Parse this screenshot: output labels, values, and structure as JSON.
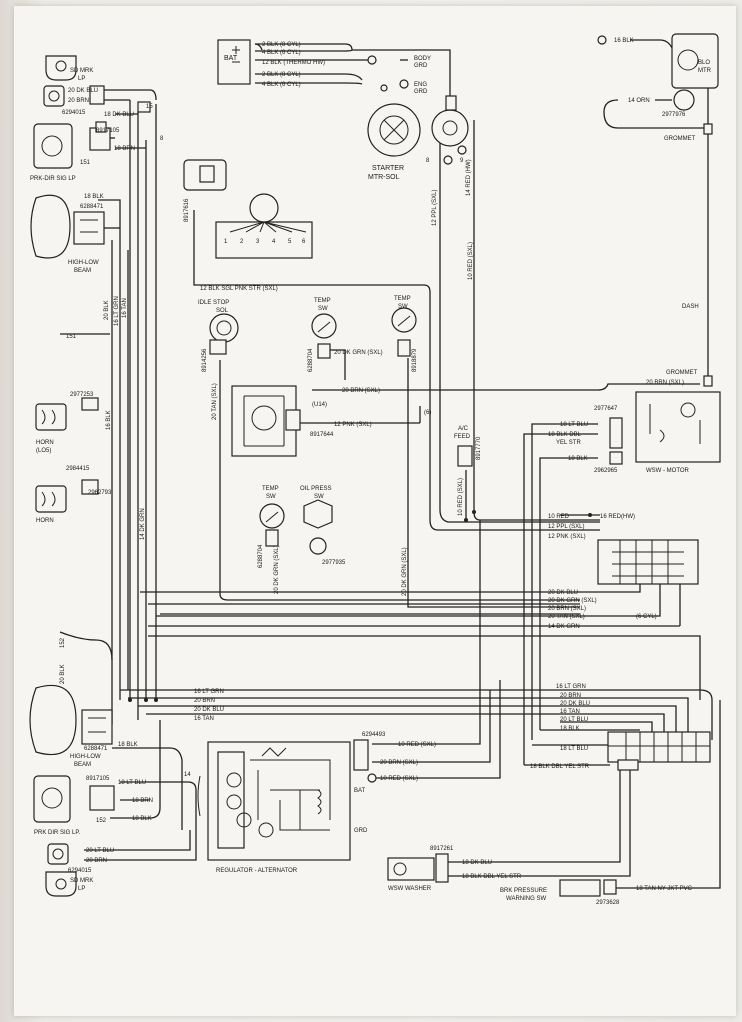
{
  "components": {
    "sd_mrk_lp_top": [
      "SD MRK",
      "LP"
    ],
    "bat": "BAT",
    "body_grd": [
      "BODY",
      "GRD"
    ],
    "eng_grd": [
      "ENG",
      "GRD"
    ],
    "starter": [
      "STARTER",
      "MTR-SOL"
    ],
    "blo_mtr": [
      "BLO",
      "MTR"
    ],
    "prk_dir_top": "PRK-DIR SIG LP",
    "high_low_top": [
      "HIGH-LOW",
      "BEAM"
    ],
    "idle_stop": [
      "IDLE STOP",
      "SOL"
    ],
    "temp_sw_1": [
      "TEMP",
      "SW"
    ],
    "temp_sw_2": [
      "TEMP",
      "SW"
    ],
    "temp_sw_3": [
      "TEMP",
      "SW"
    ],
    "oil_press": [
      "OIL PRESS",
      "SW"
    ],
    "horn_1": "HORN",
    "horn_1_sub": "(LO5)",
    "horn_2": "HORN",
    "ac_feed": [
      "A/C",
      "FEED"
    ],
    "wsw_motor": "WSW - MOTOR",
    "grommet": "GROMMET",
    "dash": "DASH",
    "high_low_bot": [
      "HIGH-LOW",
      "BEAM"
    ],
    "prk_dir_bot": "PRK DIR SIG LP.",
    "sd_mrk_lp_bot": [
      "SD MRK",
      "LP"
    ],
    "regulator": "REGULATOR - ALTERNATOR",
    "bat_small": "BAT",
    "grd": "GRD",
    "wsw_washer": "WSW WASHER",
    "brk_press": [
      "BRK PRESSURE",
      "WARNING SW"
    ],
    "coil_numbers": [
      "1",
      "2",
      "3",
      "4",
      "5",
      "6"
    ]
  },
  "part_numbers": {
    "p6294015_top": "6294015",
    "p8917105_top": "8917105",
    "p6288471_top": "6288471",
    "p8917616": "8917616",
    "p2977976": "2977976",
    "p8914256": "8914256",
    "p6288704": "6288704",
    "p8918879": "8918879",
    "p8917644": "8917644",
    "p2977253": "2977253",
    "p2984415": "2984415",
    "p2962793": "2962793",
    "p2977647": "2977647",
    "p2962965": "2962965",
    "p8917770": "8917770",
    "p6288704_b": "6288704",
    "p2977935": "2977935",
    "p6294493": "6294493",
    "p6288471_bot": "6288471",
    "p8917105_bot": "8917105",
    "p6294015_bot": "6294015",
    "p8917261": "8917261",
    "p2973628": "2973628",
    "u14": "(U14)"
  },
  "wire_labels": {
    "bat_1": "2 BLK (8 CYL)",
    "bat_2": "4 BLK (6 CYL)",
    "bat_3": "12 BLK (THERMO HW)",
    "bat_4": "2 BLK (8 CYL)",
    "bat_5": "4 BLK (6 CYL)",
    "blk16_top": "16 BLK",
    "orn14": "14 ORN",
    "dkblu20_top": "20 DK BLU",
    "brn20_top": "20 BRN",
    "dkblu18_top": "18 DK BLU",
    "brn18_top": "18 BRN",
    "blk18_top": "18 BLK",
    "sgl_pnk": "12 BLK SGL PNK STR (SXL)",
    "ppl12_v": "12 PPL (SXL)",
    "red14_hw": "14 RED (HW)",
    "red10_sxl_v": "10 RED (SXL)",
    "dkgrn20_temp": "20 DK GRN (SXL)",
    "brn20_sxl": "20 BRN (SXL)",
    "brn20_sxl_r": "20 BRN (SXL)",
    "pnk12": "12 PNK (SXL)",
    "tan20_idle": "20 TAN (SXL)",
    "ltblu18_wsw": "18 LT BLU",
    "blkdbl18": [
      "18 BLK DBL",
      "YEL STR"
    ],
    "blk18_wsw": "18 BLK",
    "red10_feed": "10 RED (SXL)",
    "blk20_v": "20 BLK",
    "ltgrn16_v": "16 LT GRN",
    "tan16_v": "16 TAN",
    "blk16_horn": "16 BLK",
    "dkgrn14_v": "14 DK GRN",
    "red10_h": "10 RED",
    "red16_hw": "16 RED(HW)",
    "ppl12_h": "12 PPL (SXL)",
    "pnk12_h": "12 PNK (SXL)",
    "dkgrn20_oil": "20 DK GRN (SXL)",
    "dkgrn20_v": "20 DK GRN (SXL)",
    "dkblu20_bus": "20 DK BLU",
    "dkgrn20_bus": "20 DK GRN (SXL)",
    "brn20_bus": "20 BRN (SXL)",
    "tan20_bus": "20 TAN (SXL)",
    "cyl16": "(6 CYL)",
    "dkgrn14_bus": "14 DK GRN",
    "ltgrn16_l": "16 LT GRN",
    "brn20_l": "20 BRN",
    "dkblu20_l": "20 DK BLU",
    "tan16_l": "16 TAN",
    "ltgrn16_r": "16 LT GRN",
    "brn20_r": "20 BRN",
    "dkblu20_r": "20 DK BLU",
    "tan16_r": "16 TAN",
    "ltblu20_r": "20 LT BLU",
    "blk18_r": "18 BLK",
    "ltblu18_r": "18 LT BLU",
    "blkdbl18_r": "18 BLK DBL YEL STR",
    "blk18_hl": "18 BLK",
    "ltblu18_prk": "18 LT BLU",
    "brn18_prk": "18 BRN",
    "blk18_prk": "18 BLK",
    "num14": "14",
    "ltblu20_bot": "20 LT BLU",
    "brn20_bot": "20 BRN",
    "red10_reg": "10 RED (SXL)",
    "brn20_reg": "20 BRN (SXL)",
    "red10_reg2": "10 RED (SXL)",
    "dkblu18_wash": "18 DK BLU",
    "blkdbl18_wash": "18 BLK DBL YEL STR",
    "tan18": "18 TAN NY JKT PVC",
    "blk20_152": "20 BLK",
    "n152": "152",
    "n151_top": "151",
    "n151_left": "151",
    "n152_bot": "152",
    "n15": "15",
    "n8": "8",
    "n6": "(6)",
    "n9": "9",
    "n8_st": "8"
  }
}
